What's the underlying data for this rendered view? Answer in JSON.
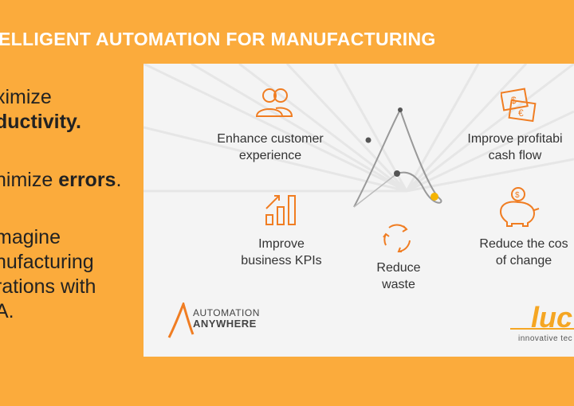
{
  "slide": {
    "title": "ELLIGENT AUTOMATION FOR MANUFACTURING",
    "bullets": [
      {
        "lines": [
          "ximize"
        ],
        "bold_lines": [
          "ductivity."
        ]
      },
      {
        "pre": "nimize ",
        "bold": "errors",
        "post": "."
      },
      {
        "lines": [
          "magine",
          "nufacturing",
          "rations with",
          "A."
        ]
      }
    ]
  },
  "panel": {
    "benefits": {
      "customer": [
        "Enhance customer",
        "experience"
      ],
      "profit": [
        "Improve profitabi",
        "cash flow"
      ],
      "kpi": [
        "Improve",
        "business KPIs"
      ],
      "waste": [
        "Reduce",
        "waste"
      ],
      "cost": [
        "Reduce the cos",
        "of change"
      ]
    },
    "logos": {
      "automation_anywhere_line1": "AUTOMATION",
      "automation_anywhere_line2": "ANYWHERE",
      "lucid_partial": "luc",
      "lucid_tagline": "innovative tec"
    },
    "colors": {
      "accent": "#f07d22",
      "background": "#fbab3c",
      "text": "#333333"
    }
  }
}
